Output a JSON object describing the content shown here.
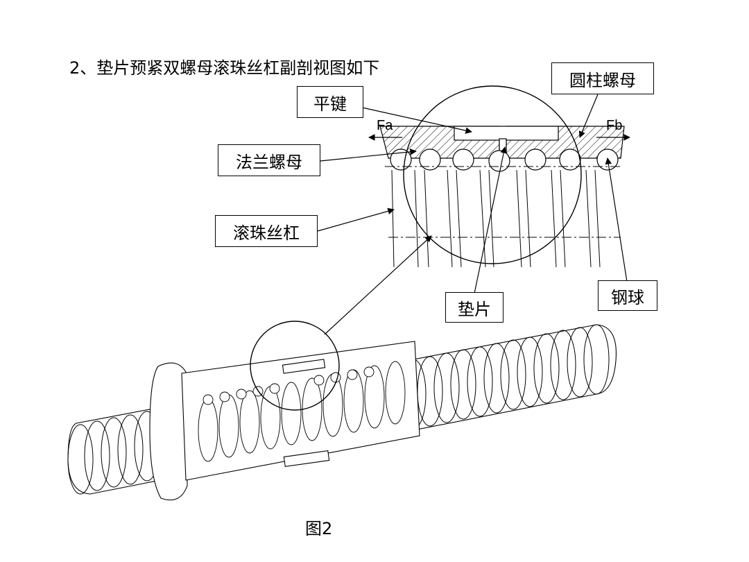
{
  "heading": "2、垫片预紧双螺母滚珠丝杠副剖视图如下",
  "labels": {
    "cylindrical_nut": "圆柱螺母",
    "flat_key": "平键",
    "flange_nut": "法兰螺母",
    "ball_screw": "滚珠丝杠",
    "shim": "垫片",
    "steel_ball": "钢球"
  },
  "forces": {
    "fa": "Fa",
    "fb": "Fb"
  },
  "caption": "图2"
}
